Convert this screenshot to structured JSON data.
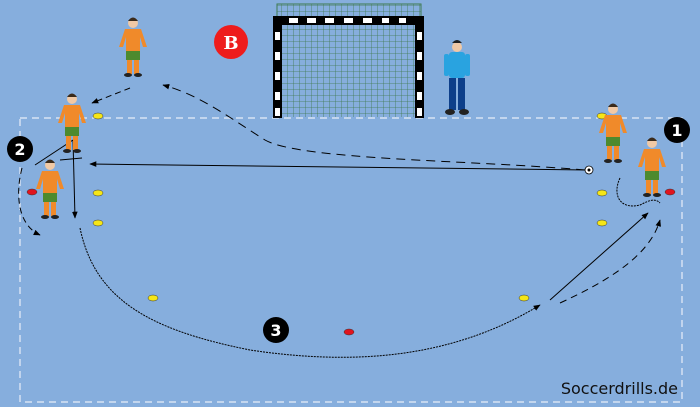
{
  "labels": {
    "station_1": "1",
    "station_2": "2",
    "station_3": "3",
    "badge_b": "B"
  },
  "watermark": "Soccerdrills.de",
  "colors": {
    "field": "#86aedd",
    "player_shirt": "#f08a2a",
    "player_shorts": "#4d8a2e",
    "goalkeeper_shirt": "#29a3e0",
    "goalkeeper_pants": "#0d3f8a",
    "cone_yellow": "#f5e617",
    "cone_red": "#e0141e",
    "badge_b": "#ee1c1c"
  }
}
